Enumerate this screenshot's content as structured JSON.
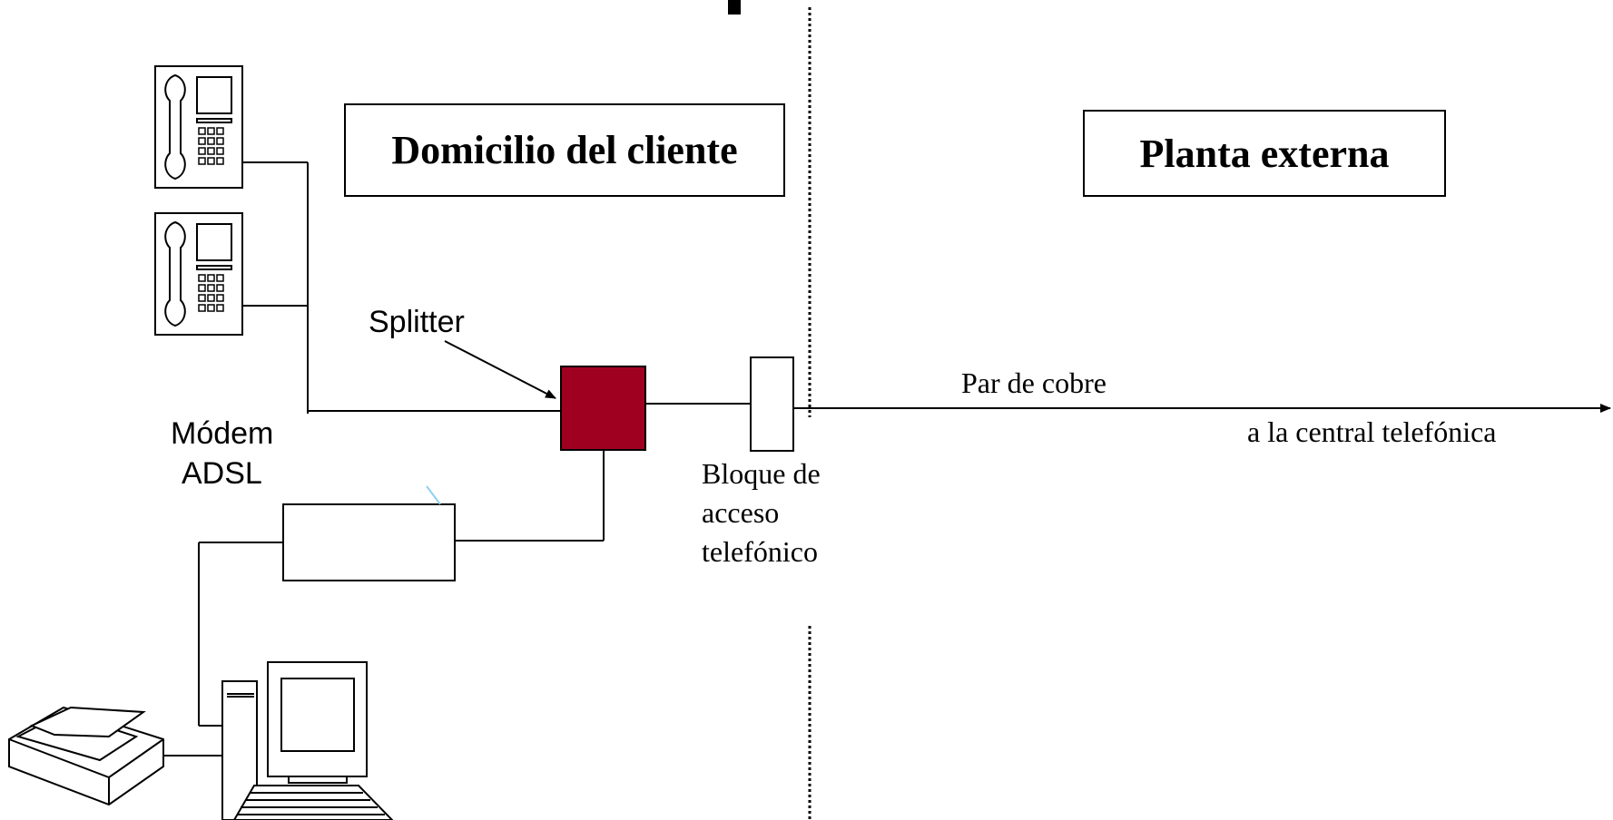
{
  "zones": {
    "customer_premises": "Domicilio del cliente",
    "outside_plant": "Planta externa"
  },
  "labels": {
    "splitter": "Splitter",
    "modem_line1": "Módem",
    "modem_line2": "ADSL",
    "access_block_line1": "Bloque de",
    "access_block_line2": "acceso",
    "access_block_line3": "telefónico",
    "copper_pair": "Par de cobre",
    "to_exchange": "a la central telefónica"
  },
  "colors": {
    "splitter_fill": "#a00020",
    "line": "#000000",
    "stray_mark": "#8fd0f0"
  },
  "icons": [
    "telephone-icon",
    "telephone-icon",
    "computer-icon",
    "scanner-icon"
  ]
}
